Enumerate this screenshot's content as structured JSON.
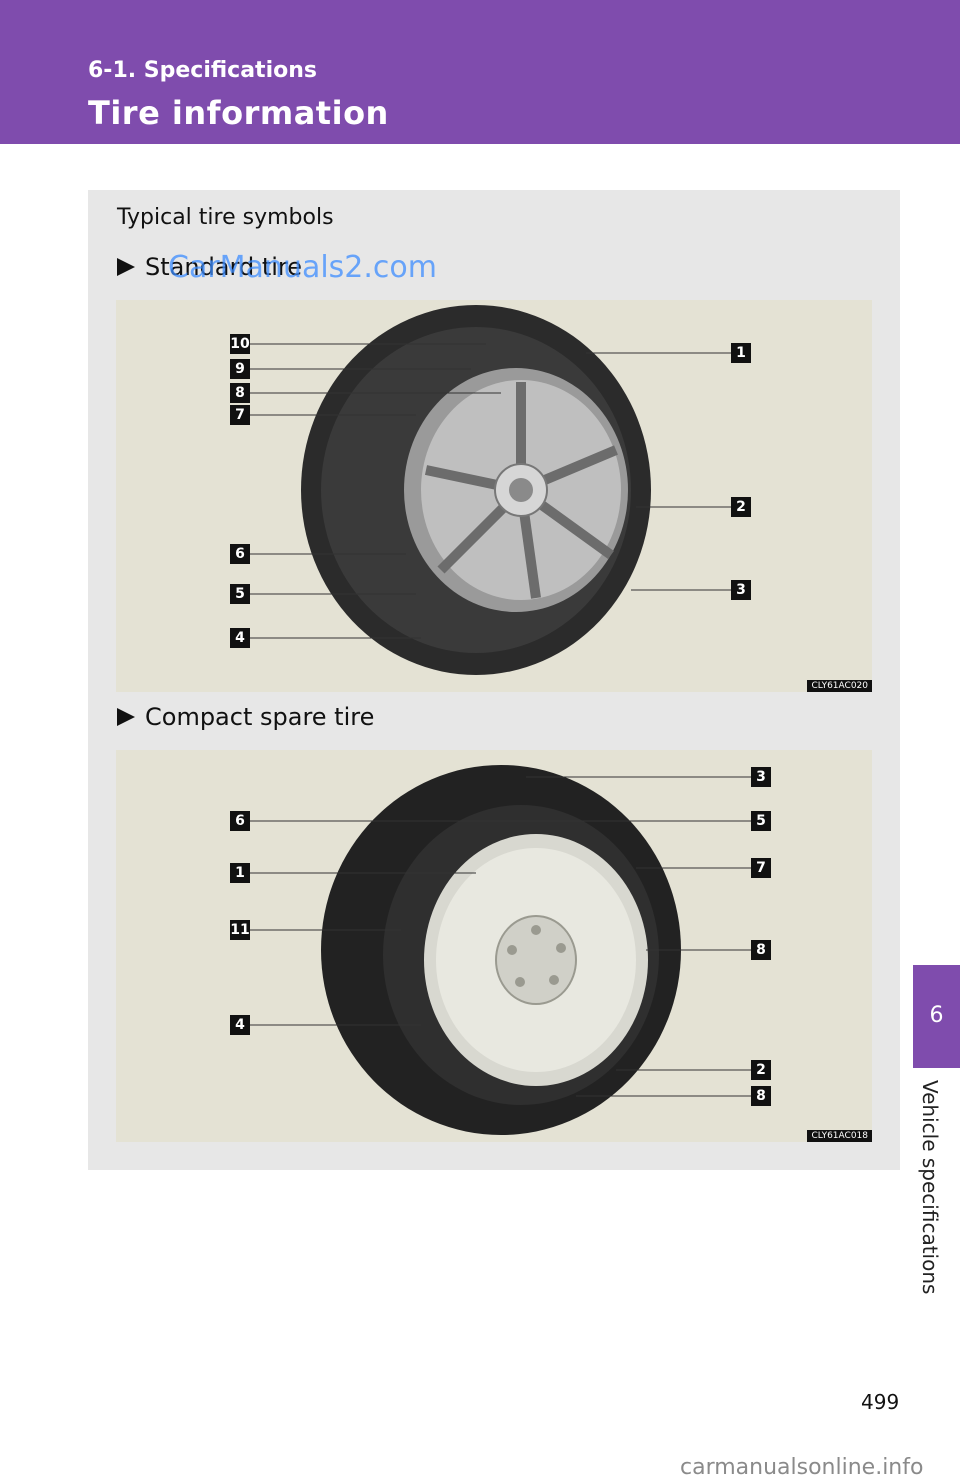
{
  "header": {
    "section": "6-1. Specifications",
    "title": "Tire information"
  },
  "panel": {
    "heading": "Typical tire symbols",
    "standard_tire_label": "Standard tire",
    "compact_spare_label": "Compact spare tire",
    "fig1_code": "CLY61AC020",
    "fig2_code": "CLY61AC018"
  },
  "watermark": "CarManuals2.com",
  "fig1_callouts": [
    "10",
    "9",
    "8",
    "7",
    "6",
    "5",
    "4",
    "1",
    "2",
    "3"
  ],
  "fig2_callouts": [
    "6",
    "1",
    "11",
    "4",
    "3",
    "5",
    "7",
    "8",
    "2",
    "8"
  ],
  "side_tab": {
    "number": "6",
    "label": "Vehicle specifications"
  },
  "page_number": "499",
  "footer_url": "carmanualsonline.info"
}
